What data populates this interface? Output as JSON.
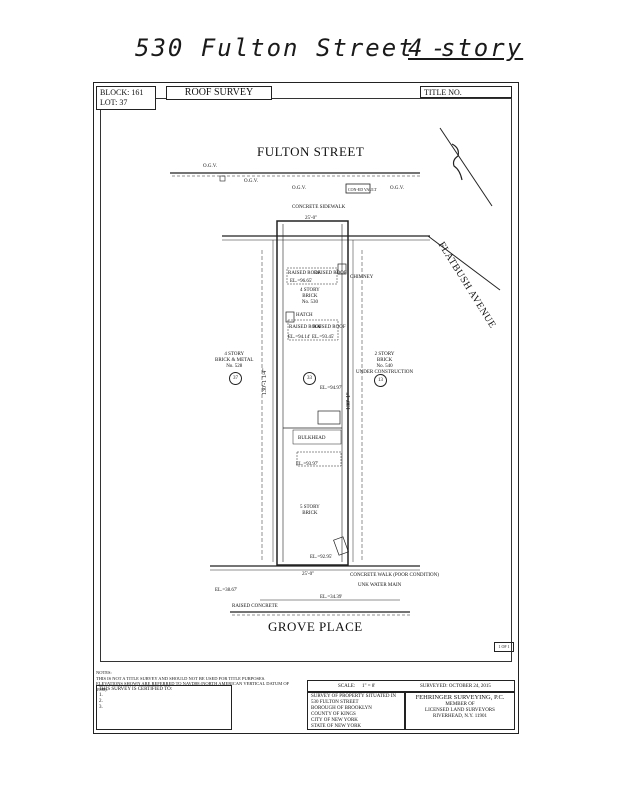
{
  "handwritten": {
    "main": "530 Fulton Street -",
    "note": "4 story"
  },
  "header": {
    "block": "BLOCK: 161",
    "lot": "LOT: 37",
    "title": "ROOF SURVEY",
    "title_no": "TITLE NO."
  },
  "streets": {
    "north": "FULTON STREET",
    "south": "GROVE PLACE",
    "east": "FLATBUSH AVENUE"
  },
  "labels": {
    "sidewalk_north": "CONCRETE SIDEWALK",
    "sidewalk_south": "CONCRETE WALK (POOR CONDITION)",
    "west_bldg_1": "4 STORY",
    "west_bldg_2": "BRICK & METAL",
    "west_bldg_3": "No. 528",
    "west_lot": "37",
    "center_lot": "33",
    "east_lot": "13",
    "east_bldg_1": "2 STORY",
    "east_bldg_2": "BRICK",
    "east_bldg_3": "No. 540",
    "east_bldg_4": "UNDER CONSTRUCTION",
    "subject_1": "4 STORY",
    "subject_2": "BRICK",
    "subject_3": "No. 530",
    "rear_1": "5 STORY",
    "rear_2": "BRICK",
    "raised_roof_1": "RAISED ROOF",
    "raised_roof_2": "RAISED ROOF",
    "raised_roof_3": "RAISED ROOF",
    "raised_roof_4": "RAISED ROOF",
    "chimney": "CHIMNEY",
    "hatch": "HATCH",
    "bulkhead": "BULKHEAD",
    "front_width": "25'-0\"",
    "rear_width": "25'-0\"",
    "depth_west": "130'-1 1/4\"",
    "depth_east": "130'-1\"",
    "water_main": "UNK WATER MAIN",
    "raised_concrete": "RAISED CONCRETE",
    "elev_1": "EL.=96.65'",
    "elev_2": "EL.=94.14'",
    "elev_3": "EL.=93.45'",
    "elev_4": "EL.=93.97'",
    "elev_5": "EL.=92.95'",
    "elev_6": "EL.=94.97'",
    "elev_7": "EL.=38.67'",
    "elev_8": "EL.=34.39'",
    "ogy_1": "O.G.V.",
    "ogy_2": "O.G.V.",
    "ogy_3": "O.G.V.",
    "ogy_4": "O.G.V.",
    "con_ed": "CON-ED VAULT"
  },
  "notes": {
    "heading": "NOTES:",
    "line_1": "THIS IS NOT A TITLE SURVEY AND SHOULD NOT BE USED FOR TITLE PURPOSES.",
    "line_2": "ELEVATIONS SHOWN ARE REFERRED TO NAVD88 (NORTH AMERICAN VERTICAL DATUM OF 1988)."
  },
  "certification": {
    "heading": "THIS SURVEY IS CERTIFIED TO:",
    "item_1": "1.",
    "item_2": "2.",
    "item_3": "3."
  },
  "title_block": {
    "scale_label": "SCALE:",
    "scale_value": "1\" = 8'",
    "surveyed": "SURVEYED: OCTOBER 24, 2015",
    "legend_1": "SURVEY OF PROPERTY SITUATED IN",
    "legend_2": "530 FULTON STREET",
    "legend_3": "BOROUGH OF BROOKLYN",
    "legend_4": "COUNTY OF KINGS",
    "legend_5": "CITY OF NEW YORK",
    "legend_6": "STATE OF NEW YORK",
    "firm_name": "FEHRINGER SURVEYING, P.C.",
    "firm_1": "MEMBER OF",
    "firm_2": "LICENSED LAND SURVEYORS",
    "firm_3": "RIVERHEAD, N.Y. 11901",
    "sheet_no": "1 OF 1"
  }
}
